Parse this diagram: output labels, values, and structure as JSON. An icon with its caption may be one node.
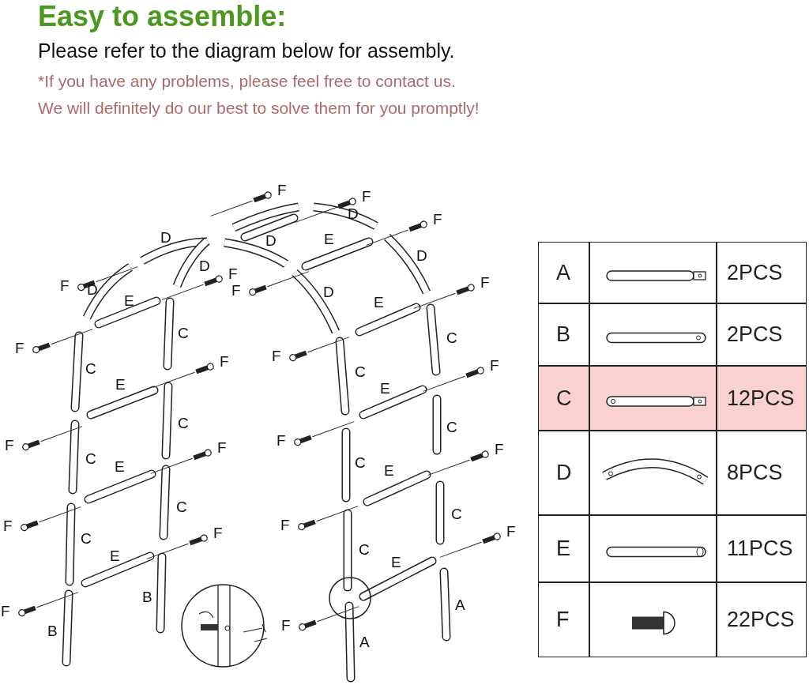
{
  "diagram": {
    "title": "Easy to assemble:",
    "labels": [
      "Please refer to the diagram below for assembly.",
      "*If you have any problems, please feel free to contact us.",
      "We will definitely do our best to solve them for you promptly!",
      "F",
      "F",
      "D",
      "F",
      "D",
      "E",
      "D",
      "D",
      "D",
      "F",
      "F",
      "F",
      "F",
      "D",
      "D",
      "E",
      "E",
      "C",
      "C",
      "F",
      "F",
      "F",
      "F",
      "C",
      "C",
      "E",
      "E",
      "C",
      "C",
      "F",
      "F",
      "F",
      "F",
      "C",
      "C",
      "E",
      "E",
      "C",
      "C",
      "F",
      "F",
      "F",
      "F",
      "C",
      "C",
      "E",
      "E",
      "B",
      "A",
      "F",
      "F",
      "B",
      "A",
      "A",
      "2PCS",
      "B",
      "2PCS",
      "C",
      "12PCS",
      "D",
      "8PCS",
      "E",
      "11PCS",
      "F",
      "22PCS"
    ]
  }
}
